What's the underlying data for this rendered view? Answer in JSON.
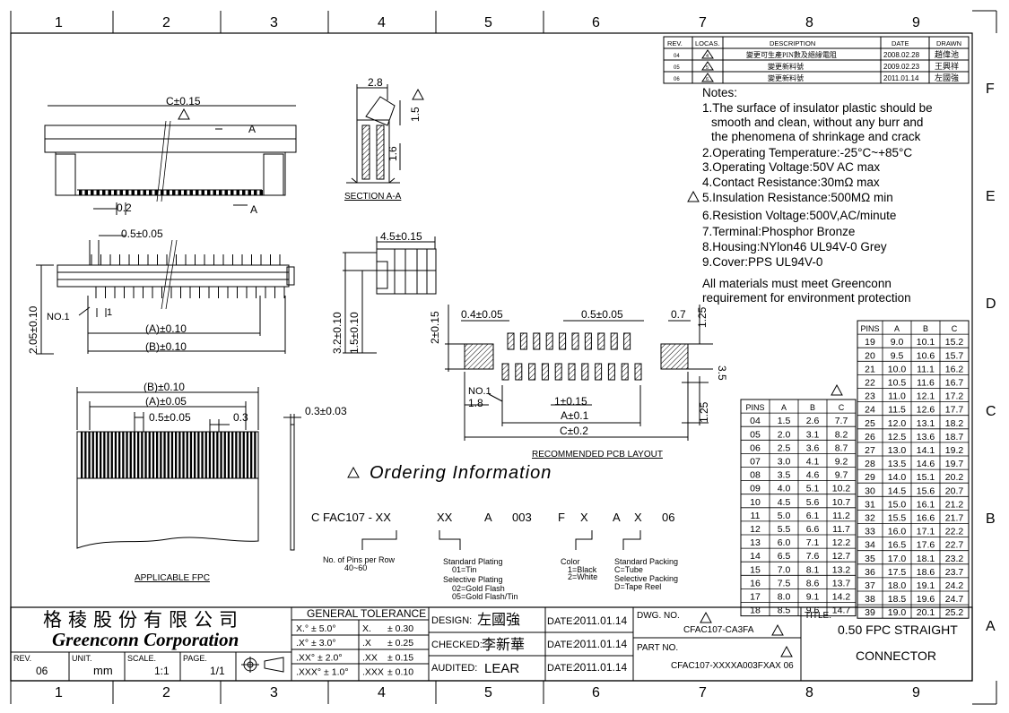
{
  "border": {
    "col_labels": [
      "1",
      "2",
      "3",
      "4",
      "5",
      "6",
      "7",
      "8",
      "9"
    ],
    "row_labels": [
      "F",
      "E",
      "D",
      "C",
      "B",
      "A"
    ]
  },
  "revisions": {
    "headers": [
      "REV.",
      "LOCAS.",
      "DESCRIPTION",
      "DATE",
      "DRAWN"
    ],
    "rows": [
      {
        "rev": "04",
        "locas": "4",
        "desc": "變更可生產PIN數及絕緣電阻",
        "date": "2008.02.28",
        "drawn": "趙偉池"
      },
      {
        "rev": "05",
        "locas": "5",
        "desc": "變更新料號",
        "date": "2009.02.23",
        "drawn": "王興祥"
      },
      {
        "rev": "06",
        "locas": "6",
        "desc": "變更新料號",
        "date": "2011.01.14",
        "drawn": "左國強"
      }
    ]
  },
  "notes": {
    "title": "Notes:",
    "lines": [
      "1.The surface of insulator plastic should be",
      "smooth and clean, without any burr and",
      "the phenomena of shrinkage and crack",
      "2.Operating Temperature:-25°C~+85°C",
      "3.Operating Voltage:50V AC max",
      "4.Contact Resistance:30mΩ max",
      "5.Insulation Resistance:500MΩ min",
      "6.Resistion Voltage:500V,AC/minute",
      "7.Terminal:Phosphor Bronze",
      "8.Housing:NYlon46 UL94V-0 Grey",
      "9.Cover:PPS UL94V-0"
    ],
    "materials": [
      "All materials must meet Greenconn",
      "requirement for environment protection"
    ]
  },
  "dims": {
    "c015": "C±0.15",
    "a_mark": "A",
    "d02": "0.2",
    "p05": "0.5±0.05",
    "no1": "NO.1",
    "one": "1",
    "a010": "(A)±0.10",
    "b010": "(B)±0.10",
    "h205": "2.05±0.10",
    "sec_28": "2.8",
    "sec_15": "1.5",
    "sec_16": "1.6",
    "sec_label": "SECTION A-A",
    "w45": "4.5±0.15",
    "h32": "3.2±0.10",
    "h15b": "1.5±0.10",
    "pcb_04": "0.4±0.05",
    "pcb_05": "0.5±0.05",
    "pcb_07": "0.7",
    "pcb_125a": "1.25",
    "pcb_2": "2±0.15",
    "pcb_35": "3.5",
    "pcb_no1": "NO.1",
    "pcb_18": "1.8",
    "pcb_1": "1±0.15",
    "pcb_a": "A±0.1",
    "pcb_c": "C±0.2",
    "pcb_125b": "1.25",
    "pcb_label": "RECOMMENDED PCB LAYOUT",
    "fpc_b": "(B)±0.10",
    "fpc_a": "(A)±0.05",
    "fpc_05": "0.5±0.05",
    "fpc_03": "0.3",
    "fpc_t": "0.3±0.03",
    "fpc_label": "APPLICABLE FPC"
  },
  "ordering": {
    "title": "Ordering Information",
    "code": [
      "C FAC107 - XX",
      "XX",
      "A",
      "003",
      "F",
      "X",
      "A",
      "X",
      "06"
    ],
    "pins_lbl": [
      "No. of Pins per Row",
      "40~60"
    ],
    "plating_lbl": [
      "Standard Plating",
      "01=Tin",
      "Selective Plating",
      "02=Gold Flash",
      "05=Gold Flash/Tin"
    ],
    "color_lbl": [
      "Color",
      "1=Black",
      "2=White"
    ],
    "pack_lbl": [
      "Standard Packing",
      "C=Tube",
      "Selective Packing",
      "D=Tape Reel"
    ]
  },
  "tables": {
    "headers": [
      "PINS",
      "A",
      "B",
      "C"
    ],
    "left": [
      [
        "04",
        "1.5",
        "2.6",
        "7.7"
      ],
      [
        "05",
        "2.0",
        "3.1",
        "8.2"
      ],
      [
        "06",
        "2.5",
        "3.6",
        "8.7"
      ],
      [
        "07",
        "3.0",
        "4.1",
        "9.2"
      ],
      [
        "08",
        "3.5",
        "4.6",
        "9.7"
      ],
      [
        "09",
        "4.0",
        "5.1",
        "10.2"
      ],
      [
        "10",
        "4.5",
        "5.6",
        "10.7"
      ],
      [
        "11",
        "5.0",
        "6.1",
        "11.2"
      ],
      [
        "12",
        "5.5",
        "6.6",
        "11.7"
      ],
      [
        "13",
        "6.0",
        "7.1",
        "12.2"
      ],
      [
        "14",
        "6.5",
        "7.6",
        "12.7"
      ],
      [
        "15",
        "7.0",
        "8.1",
        "13.2"
      ],
      [
        "16",
        "7.5",
        "8.6",
        "13.7"
      ],
      [
        "17",
        "8.0",
        "9.1",
        "14.2"
      ],
      [
        "18",
        "8.5",
        "9.6",
        "14.7"
      ]
    ],
    "right": [
      [
        "19",
        "9.0",
        "10.1",
        "15.2"
      ],
      [
        "20",
        "9.5",
        "10.6",
        "15.7"
      ],
      [
        "21",
        "10.0",
        "11.1",
        "16.2"
      ],
      [
        "22",
        "10.5",
        "11.6",
        "16.7"
      ],
      [
        "23",
        "11.0",
        "12.1",
        "17.2"
      ],
      [
        "24",
        "11.5",
        "12.6",
        "17.7"
      ],
      [
        "25",
        "12.0",
        "13.1",
        "18.2"
      ],
      [
        "26",
        "12.5",
        "13.6",
        "18.7"
      ],
      [
        "27",
        "13.0",
        "14.1",
        "19.2"
      ],
      [
        "28",
        "13.5",
        "14.6",
        "19.7"
      ],
      [
        "29",
        "14.0",
        "15.1",
        "20.2"
      ],
      [
        "30",
        "14.5",
        "15.6",
        "20.7"
      ],
      [
        "31",
        "15.0",
        "16.1",
        "21.2"
      ],
      [
        "32",
        "15.5",
        "16.6",
        "21.7"
      ],
      [
        "33",
        "16.0",
        "17.1",
        "22.2"
      ],
      [
        "34",
        "16.5",
        "17.6",
        "22.7"
      ],
      [
        "35",
        "17.0",
        "18.1",
        "23.2"
      ],
      [
        "36",
        "17.5",
        "18.6",
        "23.7"
      ],
      [
        "37",
        "18.0",
        "19.1",
        "24.2"
      ],
      [
        "38",
        "18.5",
        "19.6",
        "24.7"
      ],
      [
        "39",
        "19.0",
        "20.1",
        "25.2"
      ]
    ]
  },
  "titleblock": {
    "company_cn": "格稜股份有限公司",
    "company_en": "Greenconn Corporation",
    "rev_lbl": "REV.",
    "rev": "06",
    "unit_lbl": "UNIT.",
    "unit": "mm",
    "scale_lbl": "SCALE.",
    "scale": "1:1",
    "page_lbl": "PAGE.",
    "page": "1/1",
    "tol_title": "GENERAL TOLERANCE",
    "tol": [
      [
        "X.° ± 5.0°",
        "X.",
        "± 0.30"
      ],
      [
        ".X° ± 3.0°",
        ".X",
        "± 0.25"
      ],
      [
        ".XX° ± 2.0°",
        ".XX",
        "± 0.15"
      ],
      [
        ".XXX° ± 1.0°",
        ".XXX",
        "± 0.10"
      ]
    ],
    "design_lbl": "DESIGN:",
    "design": "左國強",
    "checked_lbl": "CHECKED:",
    "checked": "李新華",
    "audited_lbl": "AUDITED:",
    "audited": "LEAR",
    "date_lbl": "DATE:",
    "date1": "2011.01.14",
    "date2": "2011.01.14",
    "date3": "2011.01.14",
    "dwg_lbl": "DWG. NO.",
    "dwg": "CFAC107-CA3FA",
    "part_lbl": "PART NO.",
    "part": "CFAC107-XXXXA003FXAX 06",
    "title_lbl": "TITLE.",
    "title1": "0.50 FPC STRAIGHT",
    "title2": "CONNECTOR"
  }
}
